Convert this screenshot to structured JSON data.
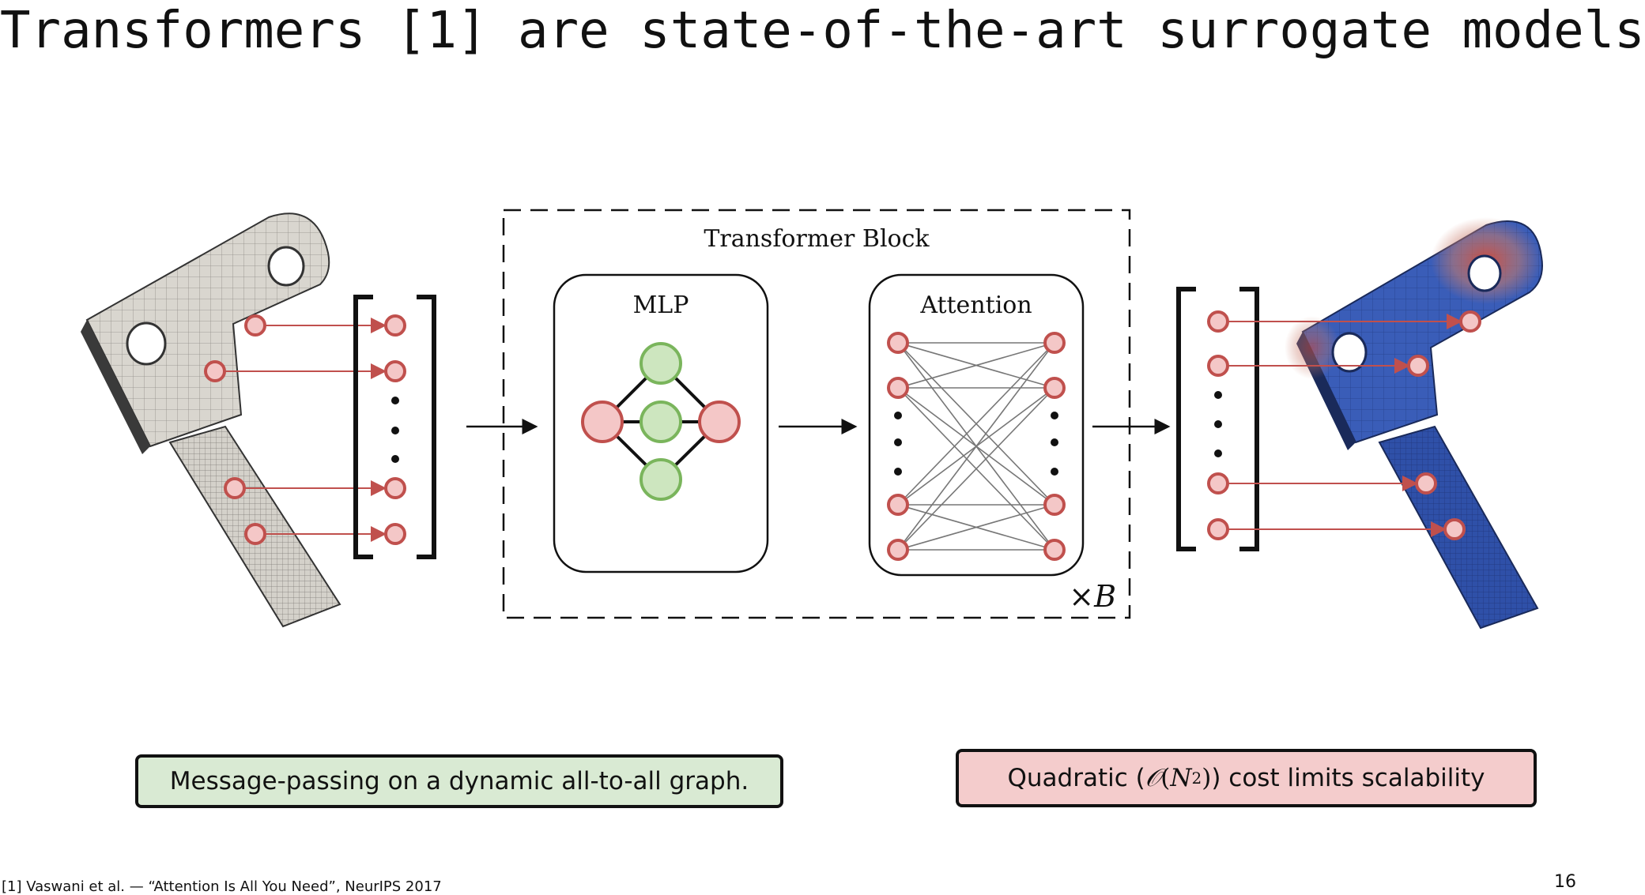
{
  "slide": {
    "title": "Transformers [1] are state-of-the-art surrogate models",
    "page_number": "16",
    "footnote": "[1] Vaswani et al. — “Attention Is All You Need”, NeurIPS 2017"
  },
  "diagram": {
    "block_label": "Transformer Block",
    "mlp_label": "MLP",
    "attention_label": "Attention",
    "repeat_prefix": "×",
    "repeat_var": "B"
  },
  "callouts": {
    "left_text": "Message-passing on a dynamic all-to-all graph.",
    "right_prefix": "Quadratic (",
    "right_math_O": "𝒪",
    "right_math_N": "N",
    "right_math_exp": "2",
    "right_suffix": ") cost limits scalability"
  },
  "colors": {
    "node_red_fill": "#f4c7c7",
    "node_red_stroke": "#c0504d",
    "node_green_fill": "#cde6bf",
    "node_green_stroke": "#7ab55c",
    "mesh_gray": "#d9d6cf",
    "mesh_blue": "#3a5db8",
    "mesh_red": "#d04a3a",
    "green_box": "#d9ead3",
    "red_box": "#f4cccc"
  }
}
